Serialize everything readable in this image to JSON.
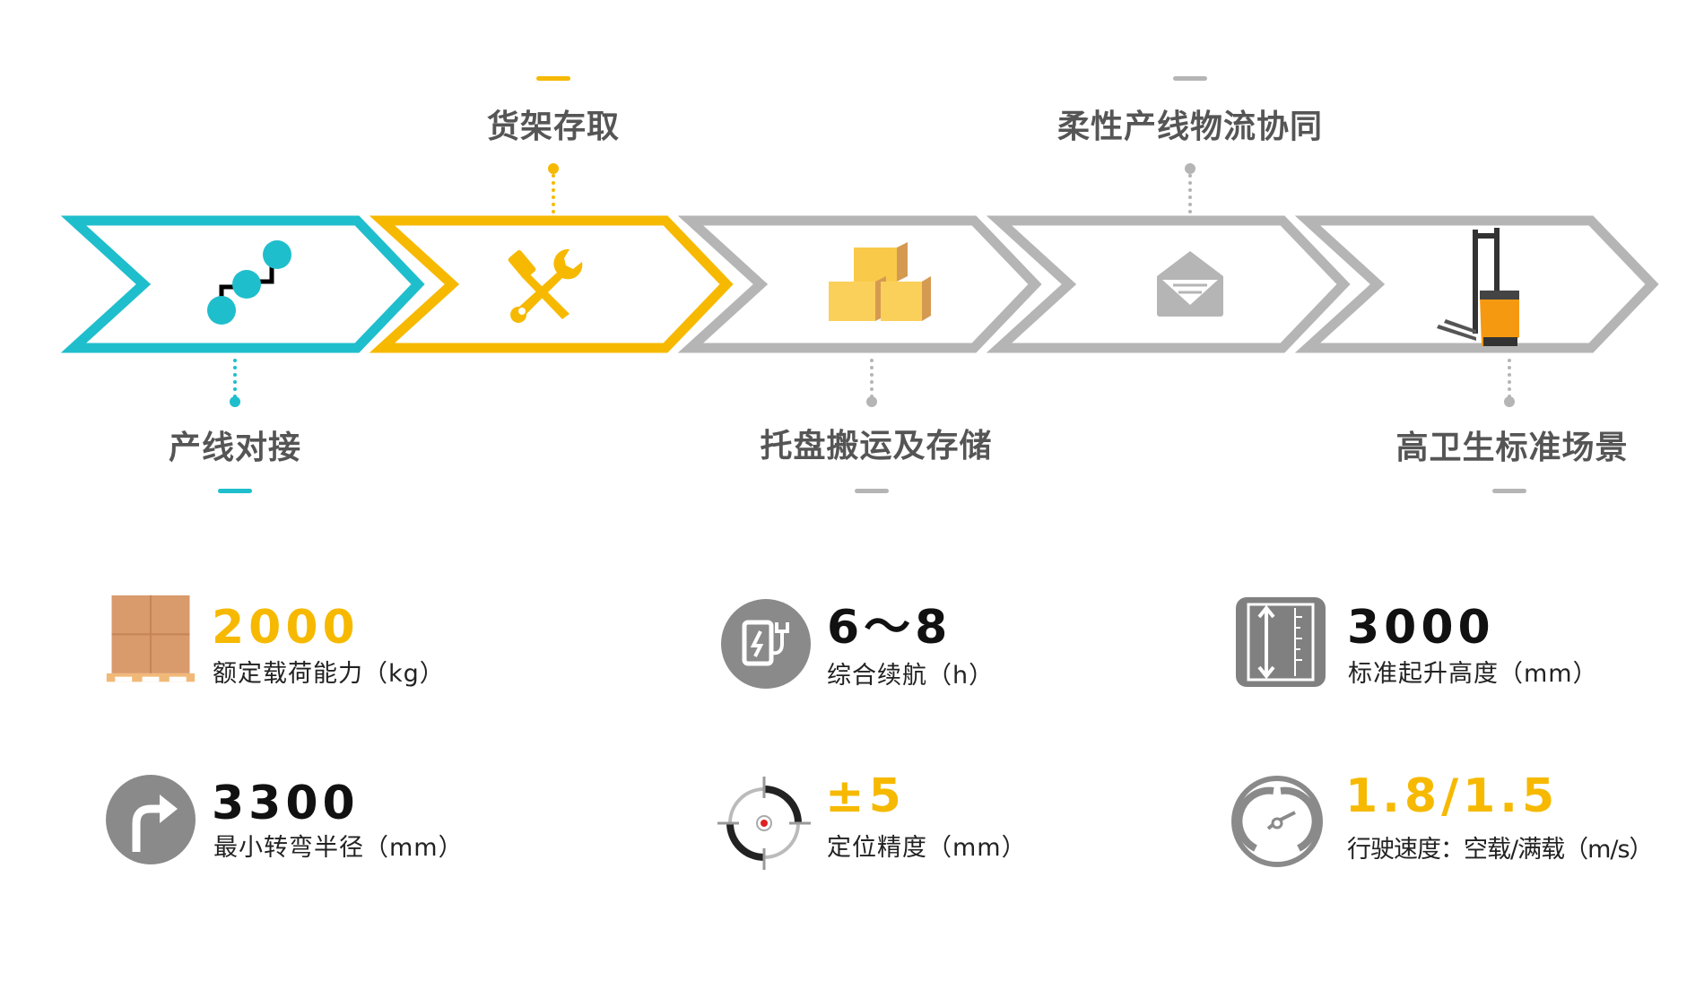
{
  "colors": {
    "cyan": "#1fbecc",
    "yellow": "#f6b900",
    "gray": "#b5b5b5",
    "label": "#555555",
    "text": "#222222"
  },
  "stages": [
    {
      "label": "产线对接",
      "icon": "connected-nodes-icon",
      "color": "#1fbecc",
      "position": "bottom"
    },
    {
      "label": "货架存取",
      "icon": "tools-icon",
      "color": "#f6b900",
      "position": "top"
    },
    {
      "label": "托盘搬运及存储",
      "icon": "boxes-icon",
      "color": "#b5b5b5",
      "position": "bottom"
    },
    {
      "label": "柔性产线物流协同",
      "icon": "envelope-icon",
      "color": "#b5b5b5",
      "position": "top"
    },
    {
      "label": "高卫生标准场景",
      "icon": "forklift-icon",
      "color": "#b5b5b5",
      "position": "bottom"
    }
  ],
  "stats": [
    {
      "value": "2000",
      "label": "额定载荷能力（kg）",
      "icon": "pallet-boxes-icon",
      "highlight": true
    },
    {
      "value": "6～8",
      "label": "综合续航（h）",
      "icon": "charging-icon",
      "highlight": false
    },
    {
      "value": "3000",
      "label": "标准起升高度（mm）",
      "icon": "lift-height-icon",
      "highlight": false
    },
    {
      "value": "3300",
      "label": "最小转弯半径（mm）",
      "icon": "turn-right-icon",
      "highlight": false
    },
    {
      "value": "±5",
      "label": "定位精度（mm）",
      "icon": "target-icon",
      "highlight": true
    },
    {
      "value": "1.8/1.5",
      "label": "行驶速度：空载/满载（m/s）",
      "icon": "speedometer-icon",
      "highlight": true
    }
  ]
}
